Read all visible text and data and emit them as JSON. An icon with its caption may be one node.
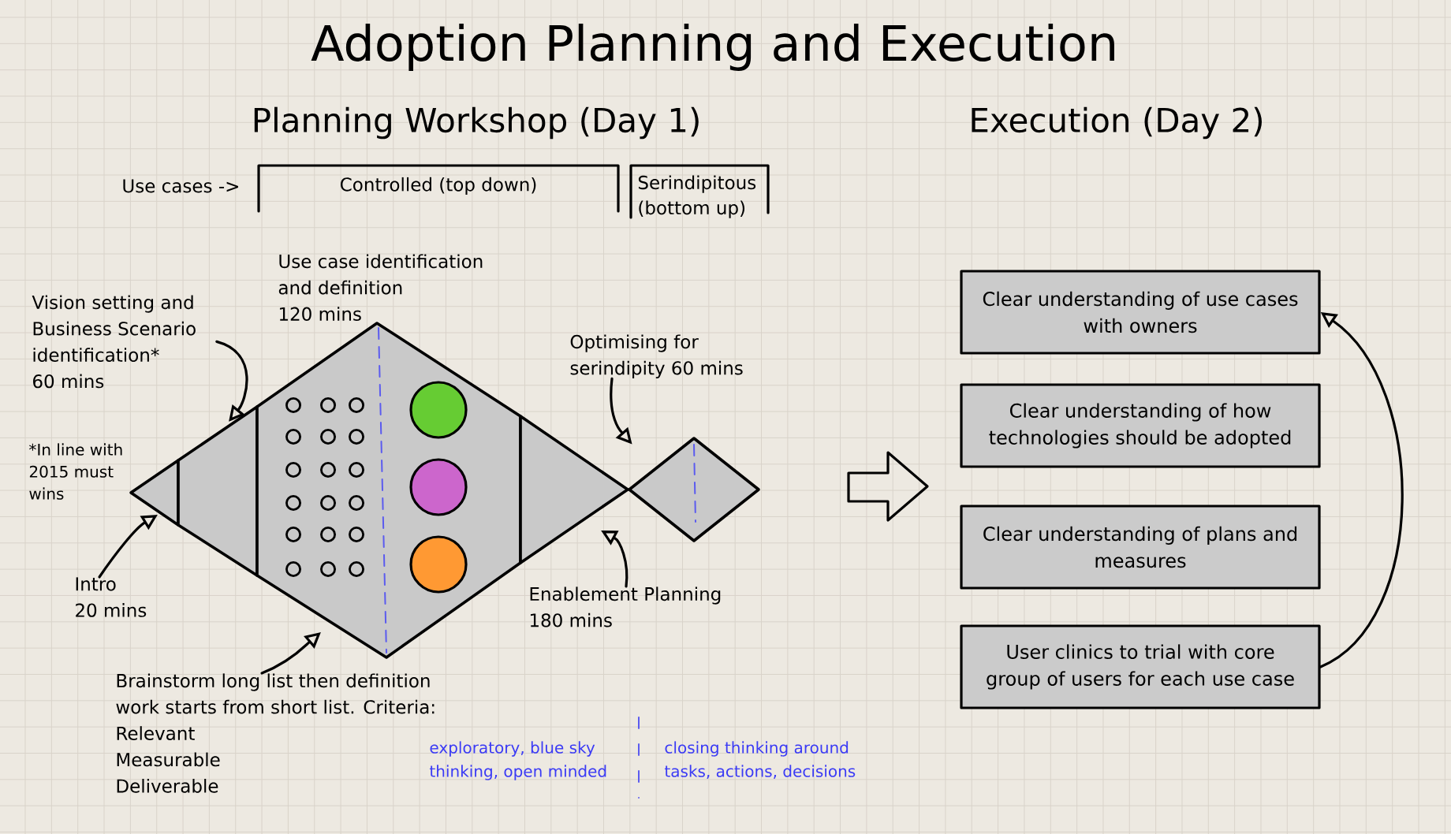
{
  "diagram": {
    "title": "Adoption Planning and Execution",
    "nodes": [
      {
        "text": [
          "Vision setting and Business Scenario identification*",
          "60 mins"
        ]
      },
      {
        "text": [
          "Optimising for serindipity 60 mins"
        ]
      },
      {
        "text": [
          "Intro",
          "20 mins"
        ]
      },
      {
        "text": [
          "Enablement Planning",
          "180 mins"
        ]
      },
      {
        "text": [
          "Brainstorm long list then definition work starts from short list. Criteria:",
          "Relevant",
          "Measurable",
          "Deliverable"
        ]
      },
      {
        "text": [],
        "shape": "triangle"
      },
      {
        "text": [],
        "shape": "band"
      },
      {
        "text": [],
        "shape": "band",
        "beside": [
          "Use case identification and definition",
          "120 mins"
        ]
      },
      {
        "text": [],
        "shape": "triangle"
      },
      {
        "text": [],
        "shape": "diamond"
      },
      {
        "text": [
          "Clear understanding of use cases with owners"
        ]
      },
      {
        "text": [
          "Clear understanding of how technologies should be adopted"
        ]
      },
      {
        "text": [
          "Clear understanding of plans and measures"
        ]
      },
      {
        "text": [
          "User clinics to trial with core group of users for each use case"
        ]
      }
    ],
    "edges": [
      {
        "from": 0,
        "to": 6,
        "arrow": "to"
      },
      {
        "from": 1,
        "to": 9,
        "arrow": "to"
      },
      {
        "from": 2,
        "to": 5,
        "arrow": "to"
      },
      {
        "from": 3,
        "to": 8,
        "arrow": "to"
      },
      {
        "from": 4,
        "to": 7,
        "arrow": "to"
      },
      {
        "from": 13,
        "to": 10,
        "arrow": "to"
      }
    ],
    "labels": [
      "Planning Workshop (Day 1)",
      "Execution (Day 2)",
      "Use cases ->",
      "Controlled (top down)",
      "Serindipitous (bottom up)",
      "*In line with 2015 must wins",
      "exploratory, blue sky thinking, open minded",
      "closing thinking around tasks, actions, decisions"
    ]
  }
}
